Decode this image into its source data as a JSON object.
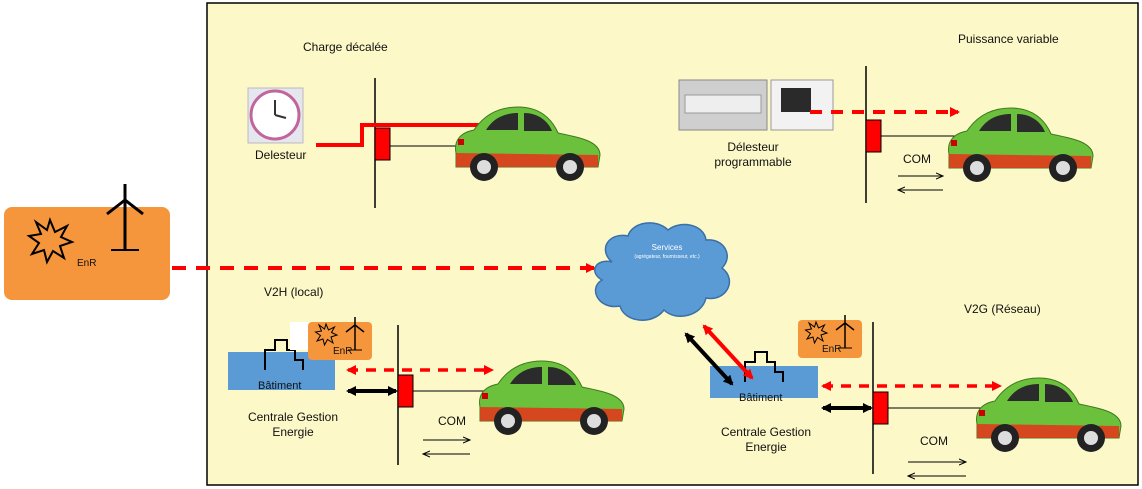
{
  "labels": {
    "charge_decalee": "Charge décalée",
    "puissance_variable": "Puissance variable",
    "delesteur": "Delesteur",
    "delesteur_programmable_1": "Délesteur",
    "delesteur_programmable_2": "programmable",
    "com_top": "COM",
    "enr_big": "EnR",
    "services_title": "Services",
    "services_sub": "(agrégateur, fournisseur, etc.)",
    "v2h": "V2H (local)",
    "v2g": "V2G (Réseau)",
    "enr_left": "EnR",
    "enr_right": "EnR",
    "batiment_left": "Bâtiment",
    "batiment_right": "Bâtiment",
    "cge_left_1": "Centrale Gestion",
    "cge_left_2": "Energie",
    "cge_right_1": "Centrale Gestion",
    "cge_right_2": "Energie",
    "com_left": "COM",
    "com_right": "COM"
  },
  "colors": {
    "panel_bg": "#fcf8c8",
    "enr_orange": "#f5963c",
    "car_green": "#6cc13c",
    "car_red": "#e03a1c",
    "arrow_red": "#ff0000",
    "cloud_blue": "#5b9bd5",
    "building_blue": "#5b9bd5"
  }
}
